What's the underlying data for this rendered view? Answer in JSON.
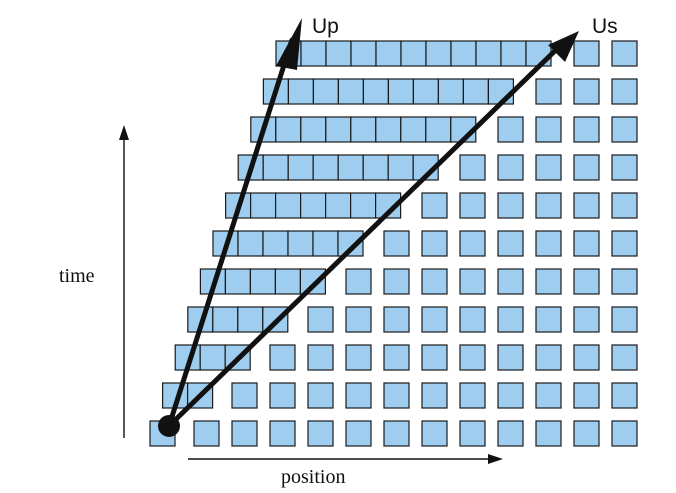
{
  "labels": {
    "up": "Up",
    "us": "Us",
    "time": "time",
    "position": "position"
  },
  "grid": {
    "rows": 11,
    "columns": 13,
    "fill_color": "#9ecdf0",
    "stroke_color": "#1a1a1a"
  },
  "colors": {
    "ink": "#111111",
    "background": "#ffffff"
  }
}
